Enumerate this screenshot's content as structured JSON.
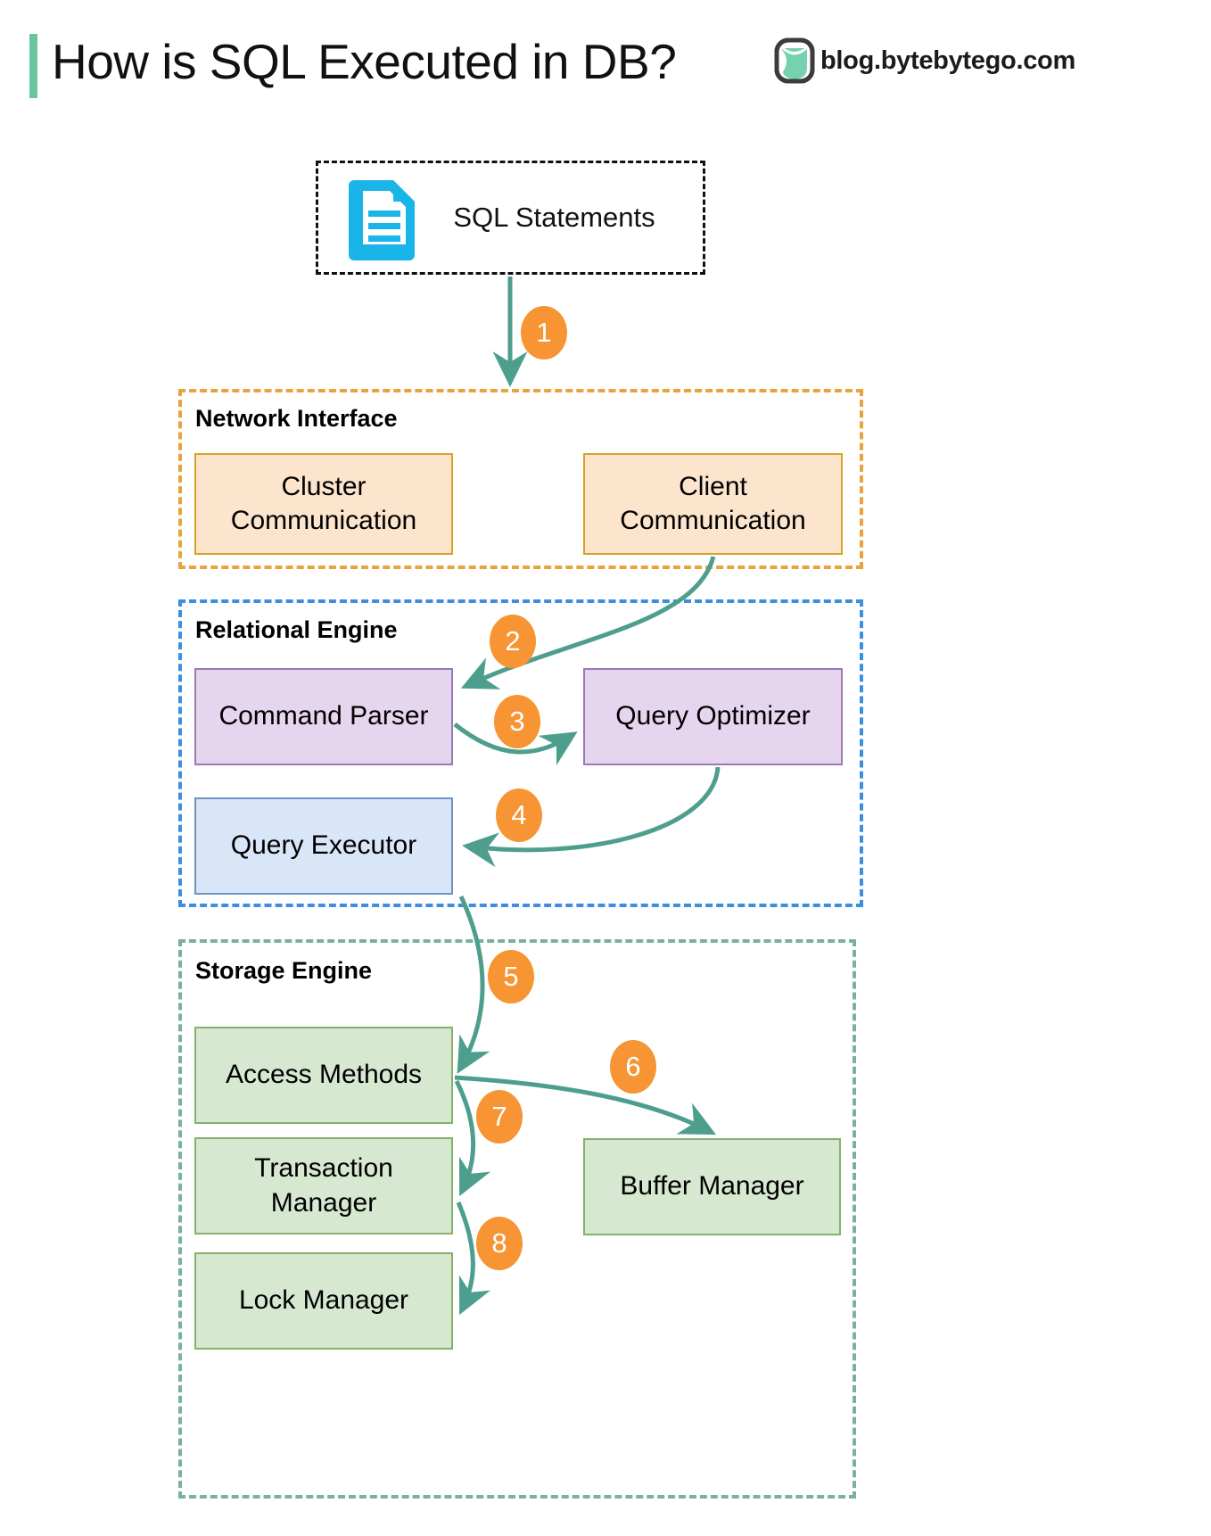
{
  "header": {
    "title": "How is SQL Executed in DB?",
    "brand": "blog.bytebytego.com",
    "accent_color": "#6BC4A0"
  },
  "colors": {
    "step_badge": "#F79433",
    "arrow": "#4E9E8E",
    "network_border": "#E8A33D",
    "network_fill": "#FCE4CD",
    "relational_border": "#3C8FE0",
    "relational_fill": "#E5D5EE",
    "executor_fill": "#D9E6F8",
    "storage_border": "#79B0A3",
    "storage_fill": "#D7E8D1",
    "doc_icon": "#19B5E8"
  },
  "input": {
    "label": "SQL Statements",
    "icon": "document-icon"
  },
  "groups": [
    {
      "id": "network-interface",
      "label": "Network Interface",
      "nodes": [
        {
          "id": "cluster-communication",
          "label": "Cluster\nCommunication"
        },
        {
          "id": "client-communication",
          "label": "Client\nCommunication"
        }
      ]
    },
    {
      "id": "relational-engine",
      "label": "Relational Engine",
      "nodes": [
        {
          "id": "command-parser",
          "label": "Command Parser"
        },
        {
          "id": "query-optimizer",
          "label": "Query Optimizer"
        },
        {
          "id": "query-executor",
          "label": "Query Executor"
        }
      ]
    },
    {
      "id": "storage-engine",
      "label": "Storage Engine",
      "nodes": [
        {
          "id": "access-methods",
          "label": "Access Methods"
        },
        {
          "id": "transaction-manager",
          "label": "Transaction\nManager"
        },
        {
          "id": "lock-manager",
          "label": "Lock Manager"
        },
        {
          "id": "buffer-manager",
          "label": "Buffer Manager"
        }
      ]
    }
  ],
  "nodes": {
    "cluster_communication": "Cluster Communication",
    "cluster_communication_line1": "Cluster",
    "cluster_communication_line2": "Communication",
    "client_communication_line1": "Client",
    "client_communication_line2": "Communication",
    "command_parser": "Command Parser",
    "query_optimizer": "Query Optimizer",
    "query_executor": "Query Executor",
    "access_methods": "Access Methods",
    "transaction_manager_line1": "Transaction",
    "transaction_manager_line2": "Manager",
    "lock_manager": "Lock Manager",
    "buffer_manager": "Buffer Manager"
  },
  "group_labels": {
    "network": "Network Interface",
    "relational": "Relational Engine",
    "storage": "Storage Engine"
  },
  "steps": [
    {
      "n": "1",
      "from": "sql-statements",
      "to": "network-interface"
    },
    {
      "n": "2",
      "from": "client-communication",
      "to": "command-parser"
    },
    {
      "n": "3",
      "from": "command-parser",
      "to": "query-optimizer"
    },
    {
      "n": "4",
      "from": "query-optimizer",
      "to": "query-executor"
    },
    {
      "n": "5",
      "from": "query-executor",
      "to": "access-methods"
    },
    {
      "n": "6",
      "from": "access-methods",
      "to": "buffer-manager"
    },
    {
      "n": "7",
      "from": "access-methods",
      "to": "transaction-manager"
    },
    {
      "n": "8",
      "from": "transaction-manager",
      "to": "lock-manager"
    }
  ],
  "step_numbers": {
    "s1": "1",
    "s2": "2",
    "s3": "3",
    "s4": "4",
    "s5": "5",
    "s6": "6",
    "s7": "7",
    "s8": "8"
  }
}
